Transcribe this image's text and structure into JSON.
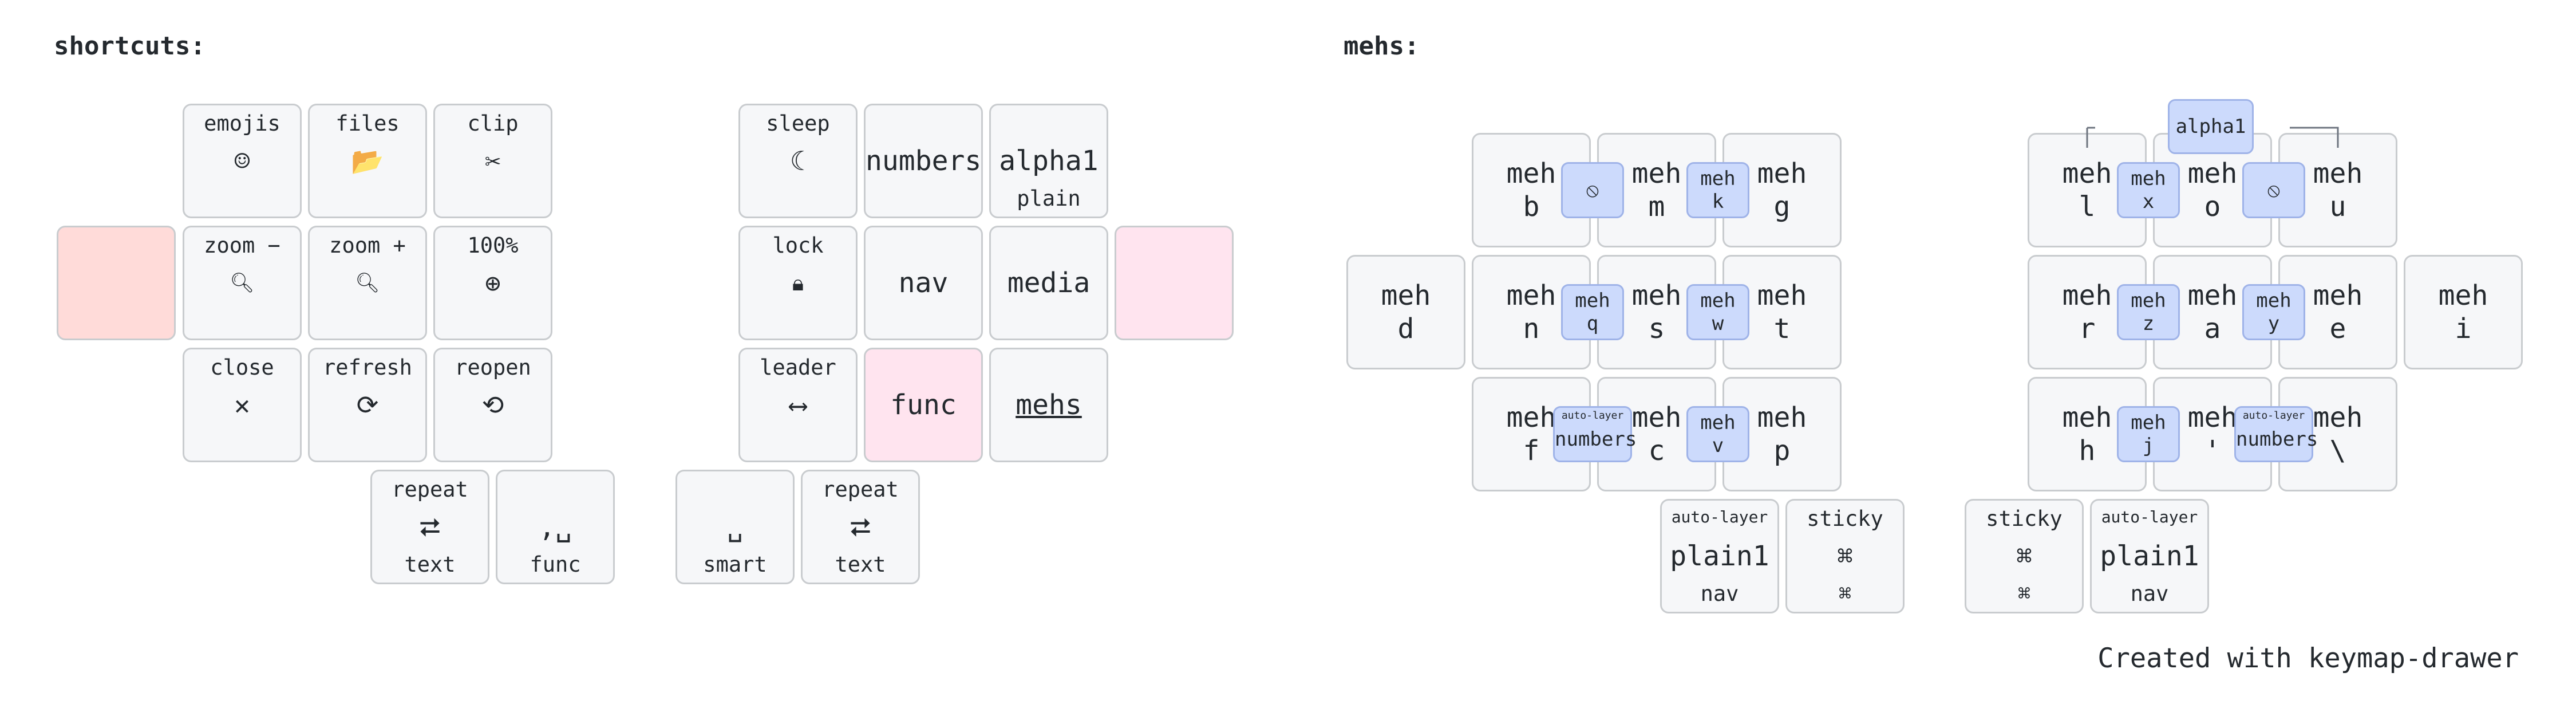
{
  "sections": {
    "shortcuts_title": "shortcuts:",
    "mehs_title": "mehs:"
  },
  "shortcuts": {
    "emojis": {
      "hold": "emojis",
      "tap": "☺"
    },
    "files": {
      "hold": "files",
      "tap": "📂"
    },
    "clip": {
      "hold": "clip",
      "tap": "✂"
    },
    "zoom_out": {
      "hold": "zoom −",
      "tap": "🔍︎"
    },
    "zoom_in": {
      "hold": "zoom +",
      "tap": "🔍︎"
    },
    "zoom_reset": {
      "hold": "100%",
      "tap": "⊕"
    },
    "close": {
      "hold": "close",
      "tap": "✕"
    },
    "refresh": {
      "hold": "refresh",
      "tap": "⟳"
    },
    "reopen": {
      "hold": "reopen",
      "tap": "⟲"
    },
    "repeat_left": {
      "hold": "repeat",
      "tap": "⮂",
      "shifted": "text"
    },
    "comma_space": {
      "tap": ",␣",
      "shifted": "func"
    },
    "sleep": {
      "hold": "sleep",
      "tap": "☾"
    },
    "numbers": {
      "tap": "numbers"
    },
    "alpha1": {
      "tap": "alpha1",
      "shifted": "plain"
    },
    "lock": {
      "hold": "lock",
      "tap": "🔒︎"
    },
    "nav": {
      "tap": "nav"
    },
    "media": {
      "tap": "media"
    },
    "leader": {
      "hold": "leader",
      "tap": "⟷"
    },
    "func": {
      "tap": "func"
    },
    "mehs": {
      "tap": "mehs"
    },
    "space": {
      "tap": "␣",
      "shifted": "smart"
    },
    "repeat_right": {
      "hold": "repeat",
      "tap": "⮂",
      "shifted": "text"
    }
  },
  "mehs": {
    "b": "meh\nb",
    "m": "meh\nm",
    "g": "meh\ng",
    "d": "meh\nd",
    "n": "meh\nn",
    "s": "meh\ns",
    "t": "meh\nt",
    "f": "meh\nf",
    "c": "meh\nc",
    "p": "meh\np",
    "plain1_left": {
      "hold": "auto-layer",
      "tap": "plain1",
      "shifted": "nav"
    },
    "sticky_left": {
      "hold": "sticky",
      "tap": "⌘",
      "shifted": "⌘"
    },
    "sticky_right": {
      "hold": "sticky",
      "tap": "⌘",
      "shifted": "⌘"
    },
    "plain1_right": {
      "hold": "auto-layer",
      "tap": "plain1",
      "shifted": "nav"
    },
    "l": "meh\nl",
    "o": "meh\no",
    "u": "meh\nu",
    "r": "meh\nr",
    "a": "meh\na",
    "e": "meh\ne",
    "i": "meh\ni",
    "h": "meh\nh",
    "apos": "meh\n'",
    "bslash": "meh\n\\"
  },
  "combos": {
    "left_bm": "⦸",
    "left_mg": "meh\nk",
    "left_ns": "meh\nq",
    "left_st": "meh\nw",
    "left_fc": {
      "small": "auto-layer",
      "tap": "numbers"
    },
    "left_cp": "meh\nv",
    "right_lu": "alpha1",
    "right_lo": "meh\nx",
    "right_ou": "⦸",
    "right_ra": "meh\nz",
    "right_ae": "meh\ny",
    "right_ha": "meh\nj",
    "right_apos_bs": {
      "small": "auto-layer",
      "tap": "numbers"
    }
  },
  "footer": "Created with keymap-drawer"
}
